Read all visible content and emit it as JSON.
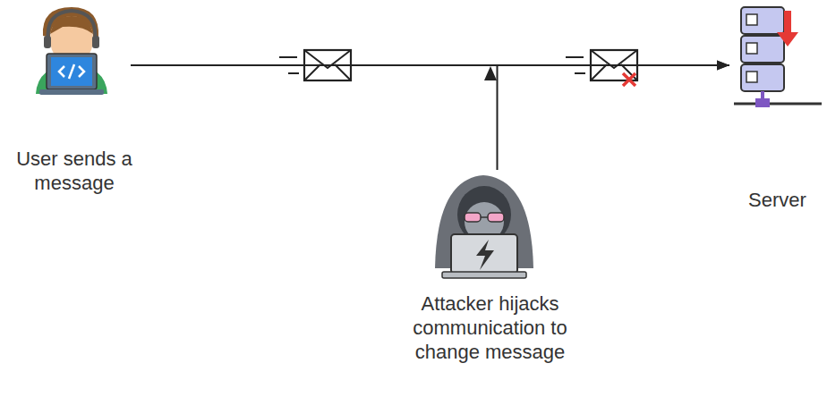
{
  "diagram": {
    "nodes": [
      {
        "text": [
          "User sends a message"
        ]
      },
      {
        "text": [
          "Attacker hijacks communication to change message"
        ]
      },
      {
        "text": [
          "Server"
        ]
      }
    ],
    "edges": [
      {
        "from": 0,
        "to": 2,
        "arrow": "to"
      },
      {
        "from": 1,
        "to": 2,
        "arrow": "to"
      }
    ]
  }
}
